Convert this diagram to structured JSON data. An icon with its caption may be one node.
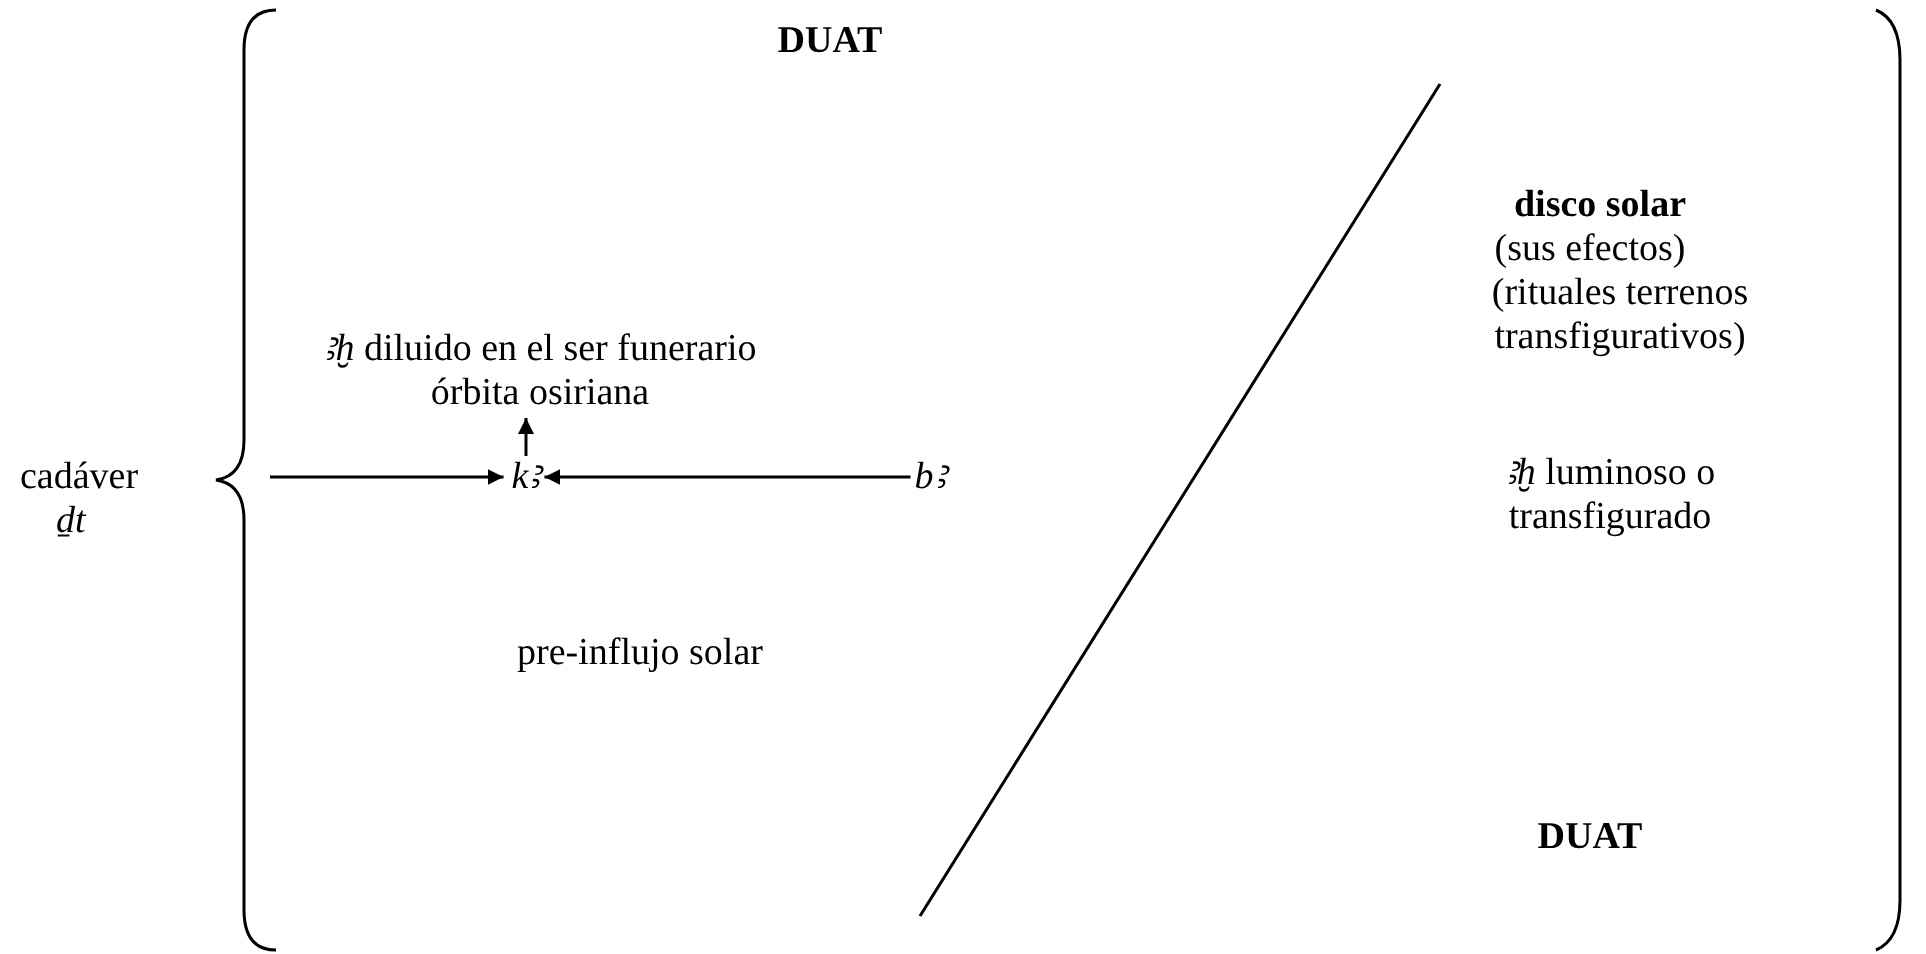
{
  "diagram": {
    "nodes": [
      {
        "text": [
          "cadáver",
          "ḏt"
        ]
      },
      {
        "text": [
          "*ꜣḫ* diluido en el ser funerario órbita osiriana"
        ]
      },
      {
        "text": [
          "kꜣ"
        ]
      },
      {
        "text": [
          "bꜣ"
        ]
      }
    ],
    "edges": [
      {
        "from": null,
        "to": 2,
        "arrow": "to"
      },
      {
        "from": 3,
        "to": 2,
        "arrow": "to"
      },
      {
        "from": 2,
        "to": 1,
        "arrow": "to"
      }
    ],
    "labels": [
      "DUAT",
      "pre-influjo solar",
      "disco solar",
      "(sus efectos)",
      "(rituales terrenos transfigurativos)",
      "*ꜣḫ* luminoso o transfigurado",
      "DUAT"
    ]
  }
}
